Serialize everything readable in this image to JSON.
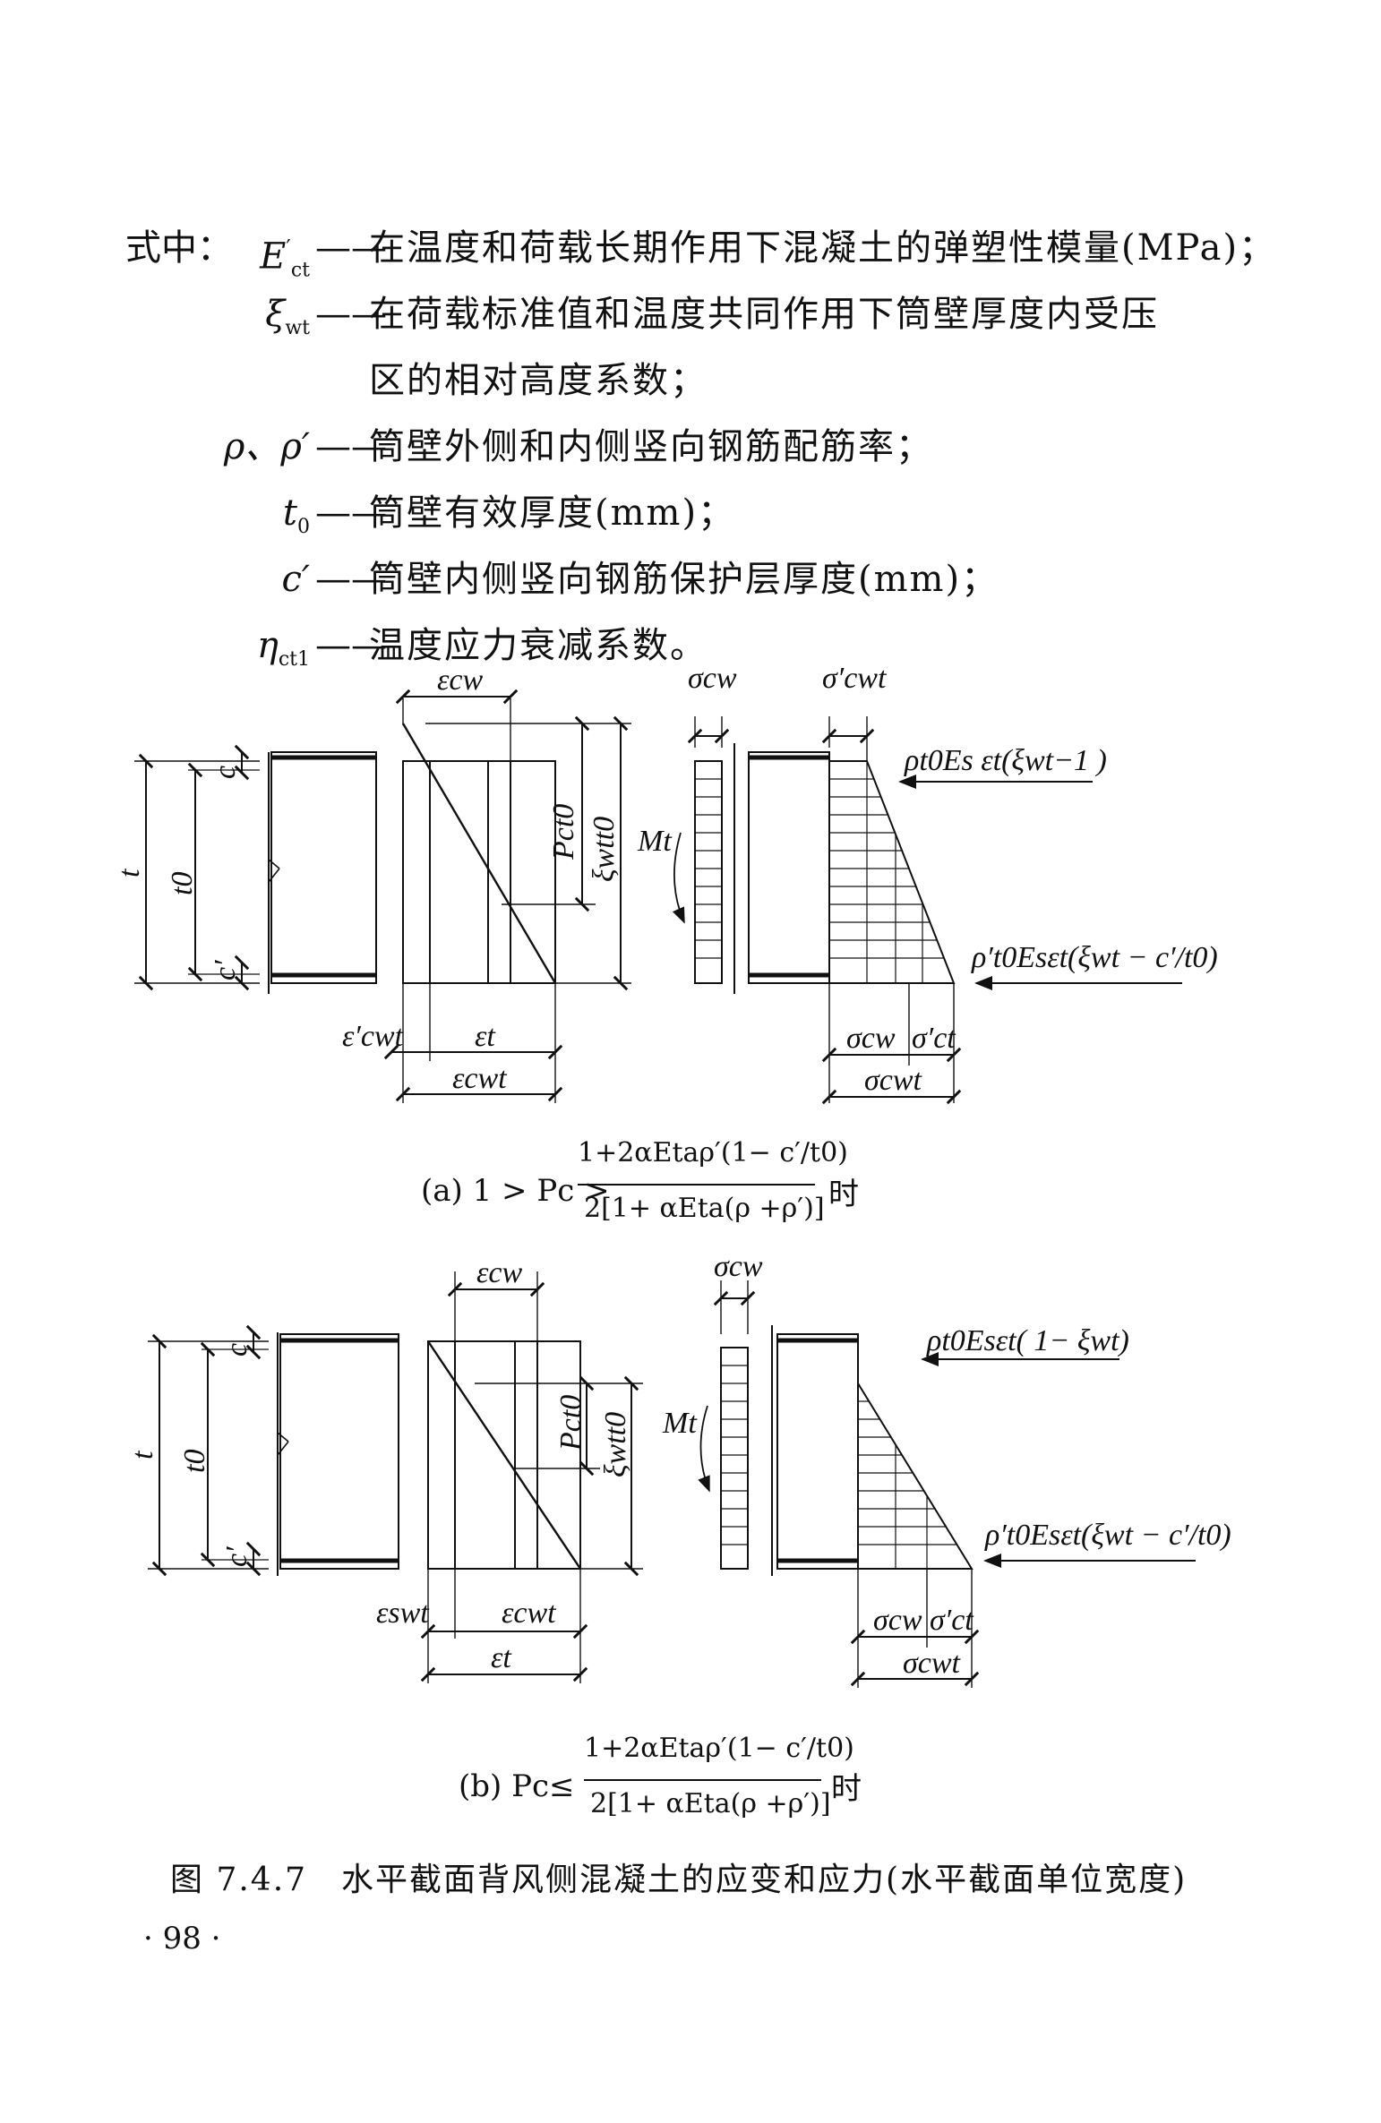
{
  "definitions": {
    "lead": "式中：",
    "items": [
      {
        "sym": "E",
        "sub": "ct",
        "prime": true,
        "text": "在温度和荷载长期作用下混凝土的弹塑性模量(MPa)；"
      },
      {
        "sym": "ξ",
        "sub": "wt",
        "prime": false,
        "text": "在荷载标准值和温度共同作用下筒壁厚度内受压",
        "cont": "区的相对高度系数；"
      },
      {
        "sym": "ρ、ρ′",
        "sub": "",
        "prime": false,
        "text": "筒壁外侧和内侧竖向钢筋配筋率；"
      },
      {
        "sym": "t",
        "sub": "0",
        "prime": false,
        "text": "筒壁有效厚度(mm)；"
      },
      {
        "sym": "c′",
        "sub": "",
        "prime": false,
        "text": "筒壁内侧竖向钢筋保护层厚度(mm)；"
      },
      {
        "sym": "η",
        "sub": "ct1",
        "prime": false,
        "text": "温度应力衰减系数。"
      }
    ],
    "dash": "——"
  },
  "figure_a": {
    "label_t": "t",
    "label_c": "c",
    "label_t0": "t0",
    "label_c_prime": "c′",
    "eps_cw": "εcw",
    "eps_cwt_prime": "ε′cwt",
    "eps_t": "εt",
    "eps_cwt": "εcwt",
    "pc_t0": "Pct0",
    "xi_wt_t0": "ξwtt0",
    "sigma_cw_top": "σcw",
    "sigma_cwt_prime_top": "σ′cwt",
    "moment": "Mt",
    "force_top": "ρt0Es εt(ξwt−1 )",
    "force_bottom": "ρ′t0Esεt(ξwt − c′/t0)",
    "sigma_cw": "σcw",
    "sigma_ct_prime": "σ′ct",
    "sigma_cwt": "σcwt",
    "caption_prefix": "(a) 1 > Pc >",
    "caption_num": "1+2αEtaρ′(1− c′/t0)",
    "caption_den": "2[1+ αEta(ρ +ρ′)]",
    "caption_suffix": "时"
  },
  "figure_b": {
    "eps_cw": "εcw",
    "eps_swt": "εswt",
    "eps_cwt": "εcwt",
    "eps_t": "εt",
    "pc_t0": "Pct0",
    "xi_wt_t0": "ξwtt0",
    "sigma_cw_top": "σcw",
    "moment": "Mt",
    "force_top": "ρt0Esεt( 1− ξwt)",
    "force_bottom": "ρ′t0Esεt(ξwt − c′/t0)",
    "sigma_cw": "σcw",
    "sigma_ct_prime": "σ′ct",
    "sigma_cwt": "σcwt",
    "caption_prefix": "(b) Pc≤",
    "caption_num": "1+2αEtaρ′(1− c′/t0)",
    "caption_den": "2[1+ αEta(ρ +ρ′)]",
    "caption_suffix": "时"
  },
  "figure_caption": "图 7.4.7　水平截面背风侧混凝土的应变和应力(水平截面单位宽度)",
  "page_number": "· 98 ·"
}
